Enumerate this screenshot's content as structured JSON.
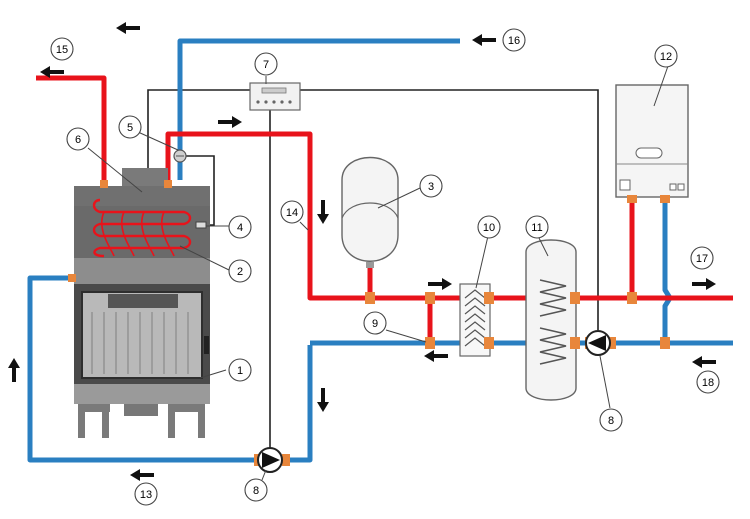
{
  "colors": {
    "hot": "#e8131b",
    "cold": "#2a7fc1",
    "wire": "#222222",
    "fitting": "#e8863b",
    "stove_dark": "#5c5c5c",
    "stove_mid": "#8a8a8a",
    "tank": "#f4f4f4"
  },
  "callouts": {
    "c1": "1",
    "c2": "2",
    "c3": "3",
    "c4": "4",
    "c5": "5",
    "c6": "6",
    "c7": "7",
    "c8a": "8",
    "c8b": "8",
    "c9": "9",
    "c10": "10",
    "c11": "11",
    "c12": "12",
    "c13": "13",
    "c14": "14",
    "c15": "15",
    "c16": "16",
    "c17": "17",
    "c18": "18"
  },
  "icons": {
    "arrow": "flow-arrow-icon",
    "pump": "circulation-pump-icon"
  }
}
